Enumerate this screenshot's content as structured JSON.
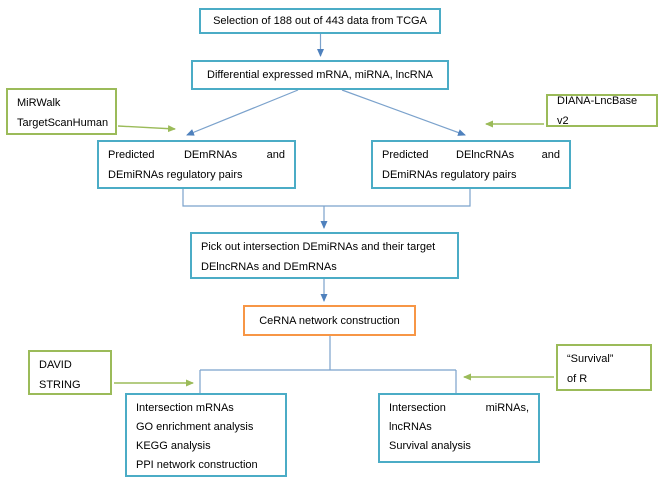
{
  "colors": {
    "teal": "#4BACC6",
    "orange": "#F79646",
    "green": "#9BBB59",
    "line": "#7BA2CC",
    "arrow": "#4F81BD",
    "text": "#000000",
    "bg": "#FFFFFF"
  },
  "boxes": {
    "tcga": {
      "label": "Selection of 188 out of 443 data from TCGA"
    },
    "differential": {
      "label": "Differential expressed mRNA, miRNA, lncRNA"
    },
    "mirwalk": {
      "line1": "MiRWalk",
      "line2": "TargetScanHuman"
    },
    "diana": {
      "label": "DIANA-LncBase v2"
    },
    "pred_mrna": {
      "line1_words": [
        "Predicted",
        "DEmRNAs",
        "and"
      ],
      "line2": "DEmiRNAs regulatory pairs"
    },
    "pred_lncrna": {
      "line1_words": [
        "Predicted",
        "DElncRNAs",
        "and"
      ],
      "line2": "DEmiRNAs regulatory pairs"
    },
    "pick": {
      "line1": "Pick out intersection DEmiRNAs and their target",
      "line2": "DElncRNAs and DEmRNAs"
    },
    "cerna": {
      "label": "CeRNA network construction"
    },
    "david": {
      "line1": "DAVID",
      "line2": "STRING"
    },
    "survival_r": {
      "line1": "“Survival”",
      "line2": "of R"
    },
    "mrna_analysis": {
      "lines": [
        "Intersection mRNAs",
        "GO enrichment analysis",
        "KEGG analysis",
        "PPI network construction"
      ]
    },
    "mirna_analysis": {
      "line1_words": [
        "Intersection",
        "miRNAs,"
      ],
      "lines": [
        "lncRNAs",
        "Survival analysis"
      ]
    }
  }
}
